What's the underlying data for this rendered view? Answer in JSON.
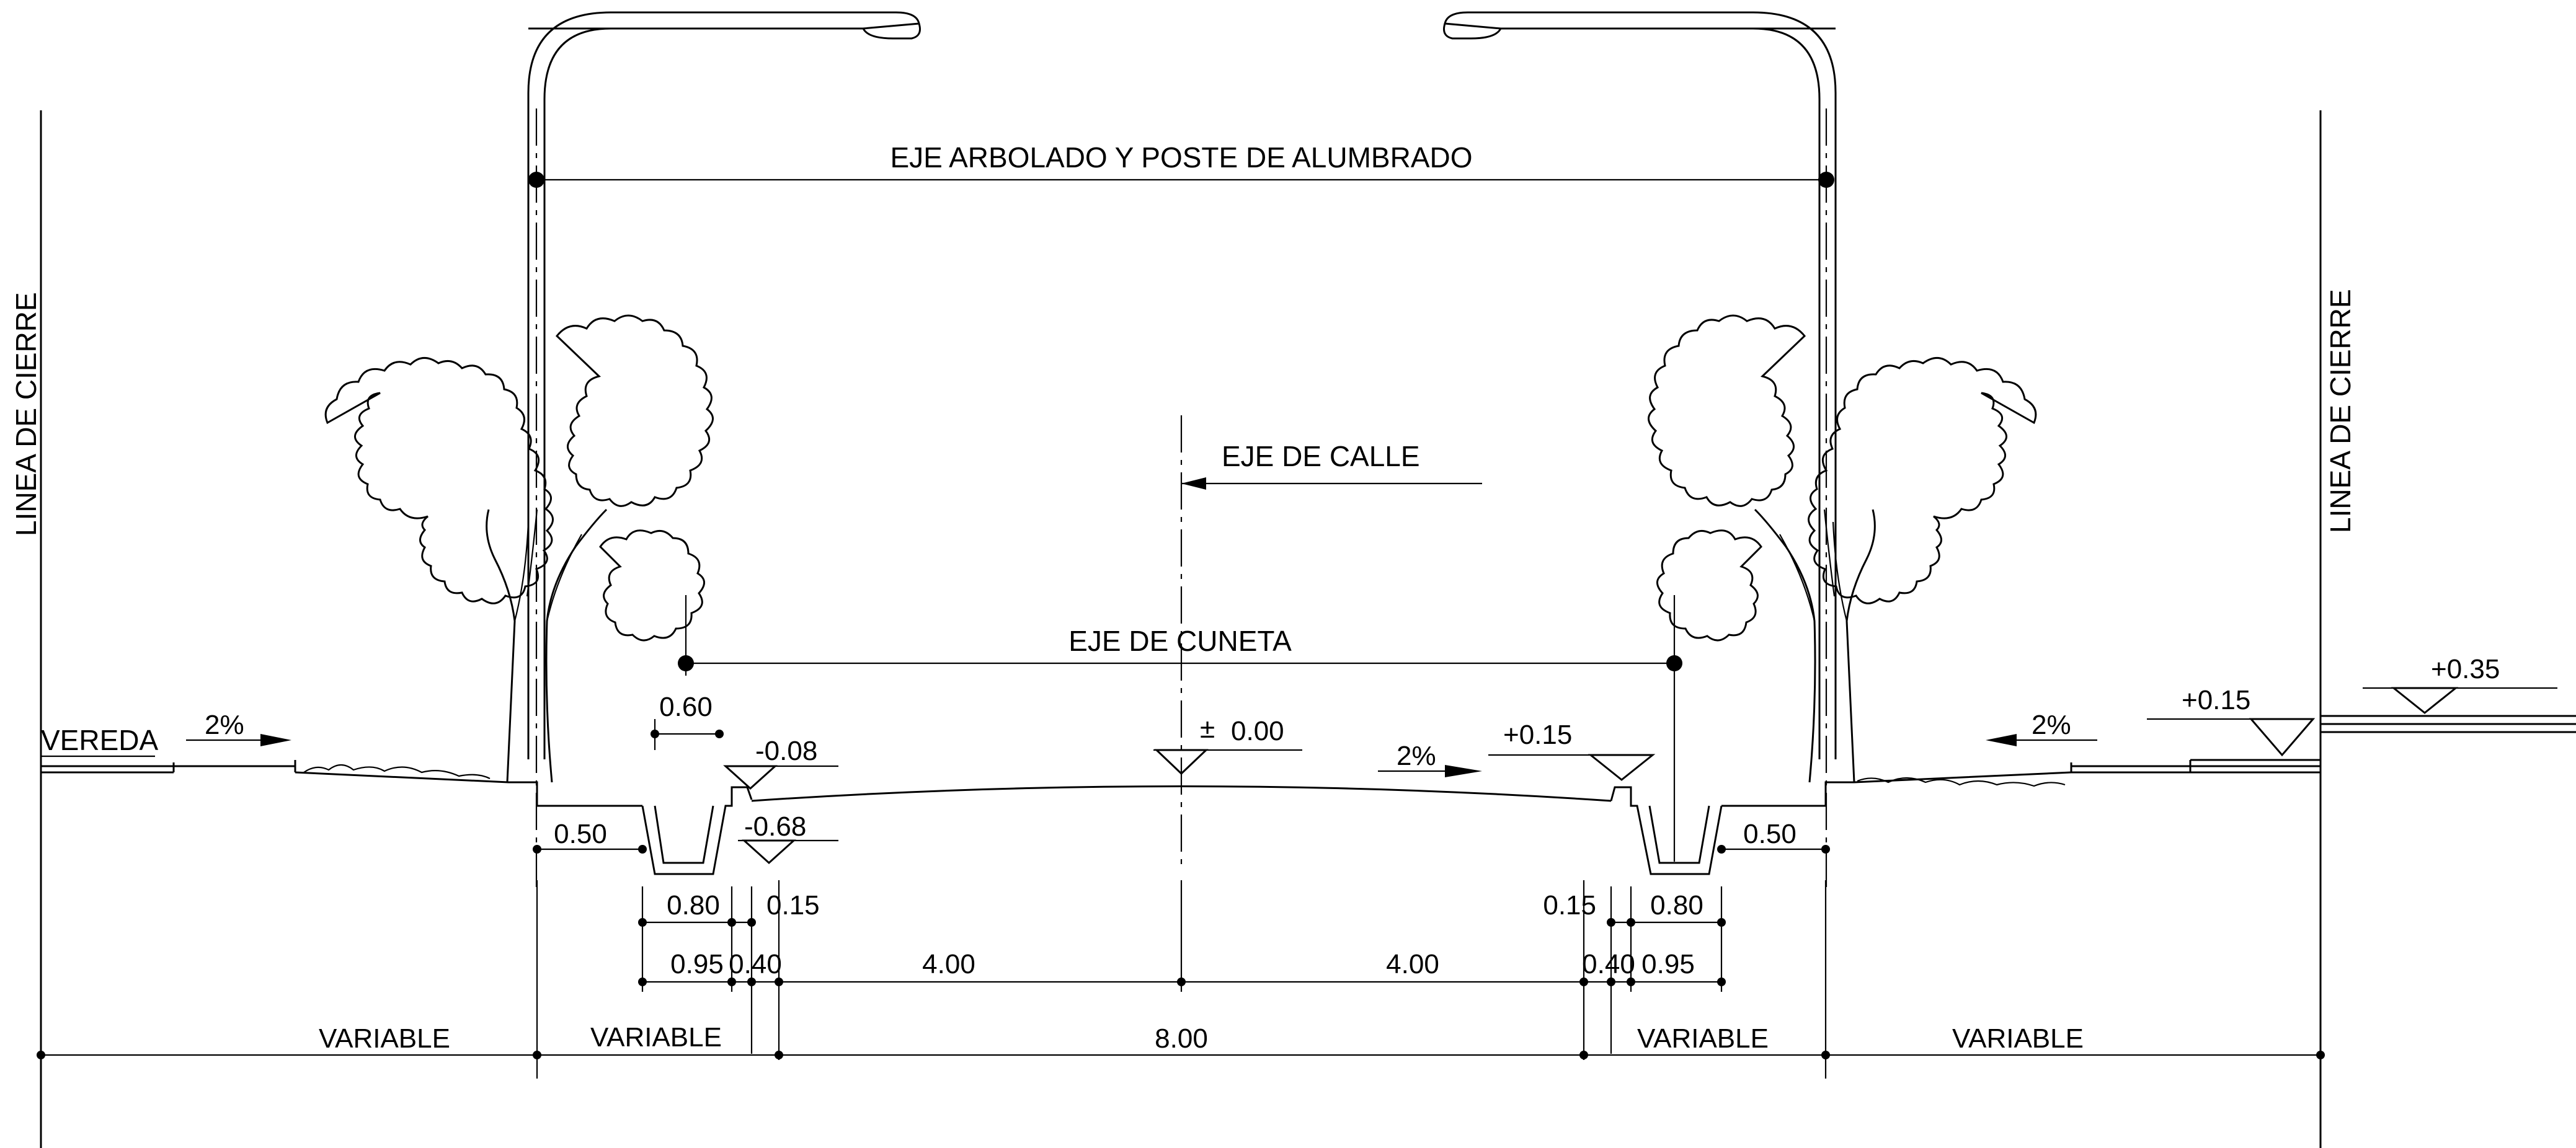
{
  "labels": {
    "tree_lamp_axis": "EJE ARBOLADO Y POSTE DE ALUMBRADO",
    "street_axis": "EJE DE CALLE",
    "gutter_axis": "EJE DE CUNETA",
    "boundary_left": "LINEA DE CIERRE",
    "boundary_right": "LINEA DE CIERRE",
    "sidewalk": "VEREDA"
  },
  "slopes": {
    "left_sidewalk": "2%",
    "road": "2%",
    "right_sidewalk": "2%"
  },
  "levels": {
    "gutter_left_top": "-0.08",
    "gutter_left_bottom": "-0.68",
    "road_center_sign": "±",
    "road_center_value": "0.00",
    "curb_right": "+0.15",
    "sidewalk_right": "+0.15",
    "property_right": "+0.35"
  },
  "dimensions": {
    "gutter_offset": "0.60",
    "tree_to_gutter_left": "0.50",
    "tree_to_gutter_right": "0.50",
    "gutter_width_left": "0.80",
    "curb_width_left": "0.15",
    "gutter_width_right": "0.80",
    "curb_width_right": "0.15",
    "row3_left_a": "0.95",
    "row3_left_b": "0.40",
    "half_road_left": "4.00",
    "half_road_right": "4.00",
    "row3_right_b": "0.40",
    "row3_right_a": "0.95",
    "total_left_sidewalk": "VARIABLE",
    "total_left_strip": "VARIABLE",
    "total_road": "8.00",
    "total_right_strip": "VARIABLE",
    "total_right_sidewalk": "VARIABLE"
  }
}
